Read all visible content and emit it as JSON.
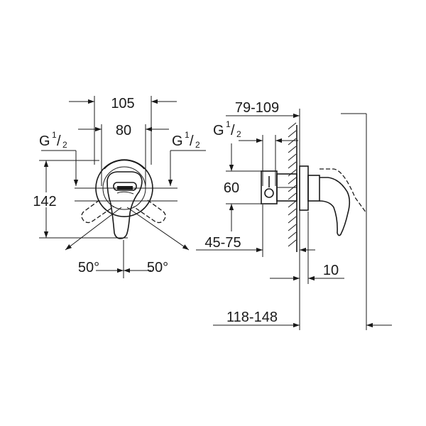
{
  "front_view": {
    "width_outer": "105",
    "width_inner": "80",
    "thread_left": {
      "main": "G",
      "num": "1",
      "den": "2"
    },
    "thread_right": {
      "main": "G",
      "num": "1",
      "den": "2"
    },
    "height": "142",
    "angle_left": "50°",
    "angle_right": "50°"
  },
  "side_view": {
    "depth_range": "79-109",
    "thread": {
      "main": "G",
      "num": "1",
      "den": "2"
    },
    "height": "60",
    "wall_range": "45-75",
    "plate": "10",
    "total_range": "118-148"
  }
}
